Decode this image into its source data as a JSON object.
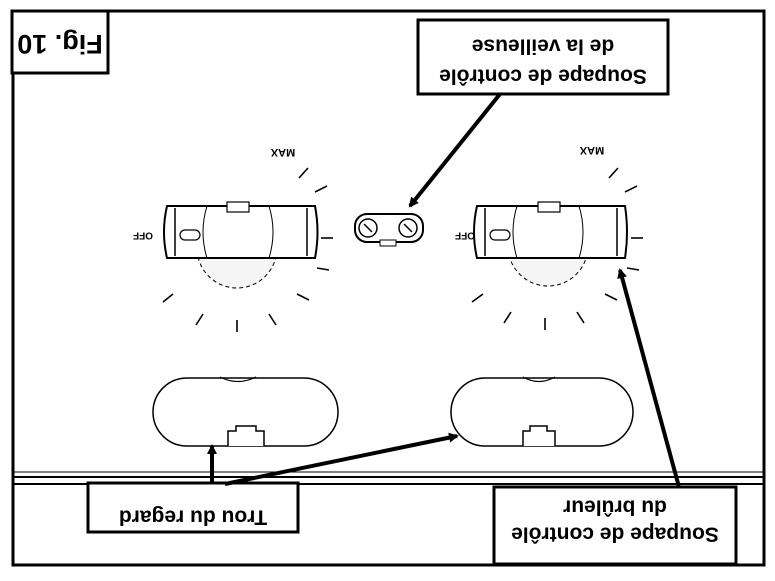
{
  "figure": {
    "fig_label": "Fig. 10",
    "orientation": "rotated-180",
    "callouts": {
      "pilot_valve": {
        "line1": "Soupape de contrôle",
        "line2": "de la veilleuse"
      },
      "burner_valve": {
        "line1": "Soupape de contrôle",
        "line2": "du brûleur"
      },
      "sight_hole": {
        "line1": "Trou du regard"
      }
    },
    "knob_labels": {
      "left_off": "OFF",
      "left_max": "MAX",
      "right_off": "OFF",
      "right_max": "MAX"
    },
    "colors": {
      "ink": "#000000",
      "paper": "#ffffff",
      "fill": "#f2f2f2"
    }
  }
}
